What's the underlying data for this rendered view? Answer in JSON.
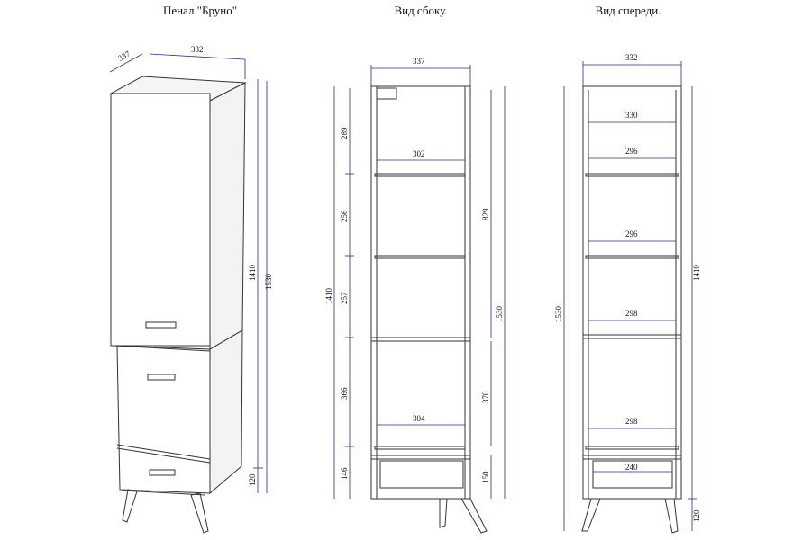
{
  "titles": {
    "perspective": "Пенал \"Бруно\"",
    "side": "Вид сбоку.",
    "front": "Вид спереди."
  },
  "colors": {
    "dimension": "#2b2b8a",
    "outline": "#333333"
  },
  "perspective": {
    "dims": {
      "depth": "337",
      "width": "332",
      "body_height": "1410",
      "total_height": "1530",
      "leg_height": "120"
    }
  },
  "side": {
    "dims": {
      "depth": "337",
      "shelf1_depth": "302",
      "bottom_depth": "304",
      "left_h1": "289",
      "left_h2": "256",
      "left_h3": "257",
      "left_h4": "366",
      "left_h5": "146",
      "body_height": "1410",
      "right_upper": "829",
      "right_total": "1530",
      "right_lower": "370",
      "right_drawer": "150"
    }
  },
  "front": {
    "dims": {
      "width": "332",
      "inner_top": "330",
      "shelf1": "296",
      "shelf2": "296",
      "shelf3": "298",
      "shelf4": "298",
      "drawer": "240",
      "total_height": "1530",
      "body_height": "1410",
      "leg_height": "120"
    }
  }
}
